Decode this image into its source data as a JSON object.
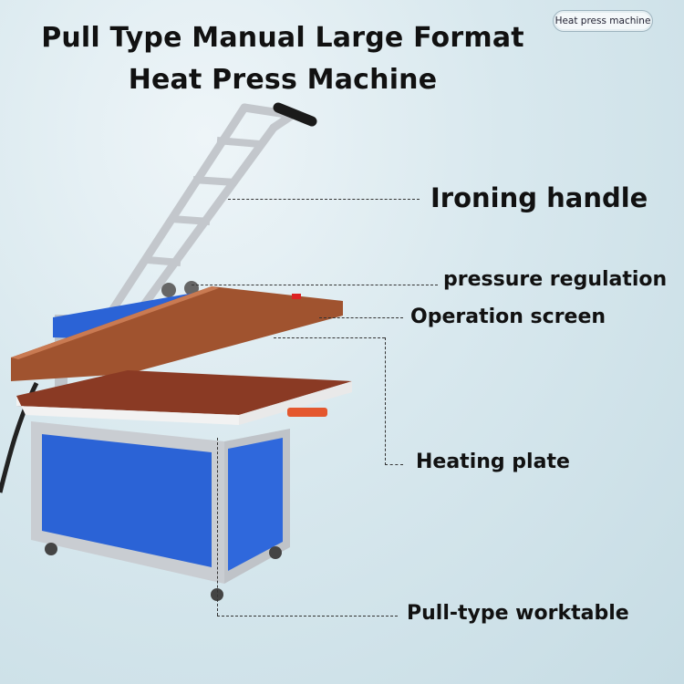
{
  "title_line1": "Pull Type Manual Large Format",
  "title_line2": "Heat Press Machine",
  "badge": "Heat press machine",
  "callouts": {
    "ironing_handle": "Ironing handle",
    "pressure_regulation": "pressure regulation",
    "operation_screen": "Operation screen",
    "heating_plate": "Heating plate",
    "pull_type_worktable": "Pull-type worktable"
  },
  "colors": {
    "cabinet_blue": "#2b63d6",
    "frame_grey": "#c9cdd2",
    "plate_brown": "#8a3a24",
    "upper_plate": "#a0532f",
    "handle_black": "#1a1a1a"
  }
}
